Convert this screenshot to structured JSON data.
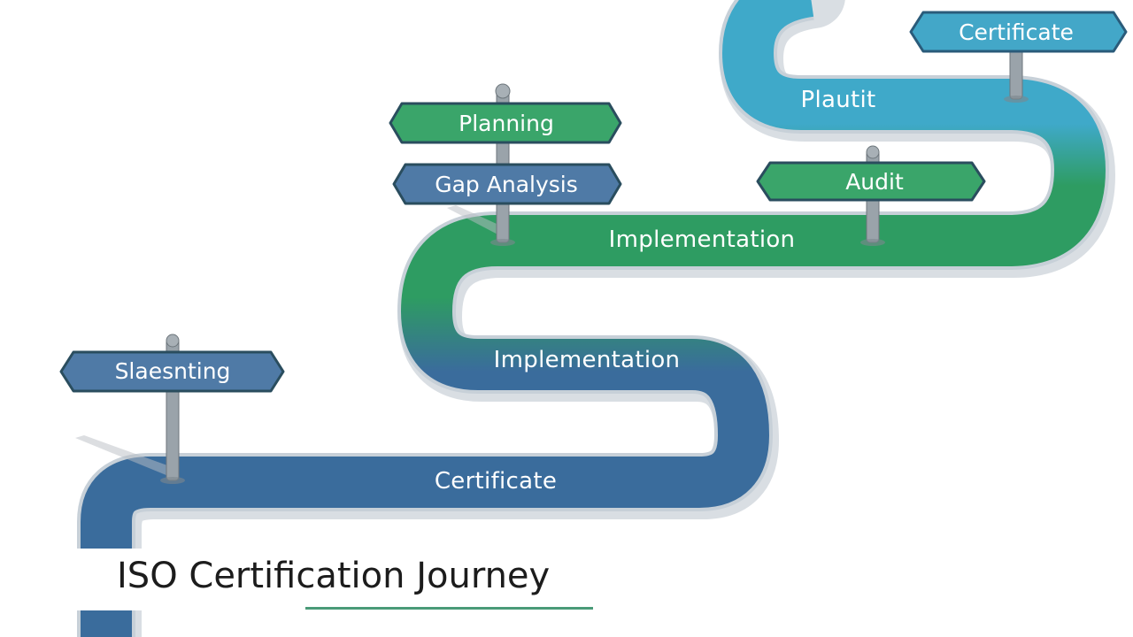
{
  "title": "ISO Certification Journey",
  "road_labels": {
    "bottom": "Certificate",
    "middle": "Implementation",
    "upper": "Implementation",
    "top": "Plautit"
  },
  "signs": {
    "top_right": "Certificate",
    "planning": "Planning",
    "gap_analysis": "Gap Analysis",
    "audit": "Audit",
    "left": "Slaesnting"
  },
  "colors": {
    "road_blue": "#3a6c9c",
    "road_green": "#2e9c62",
    "road_cyan": "#3fa9c9",
    "sign_green": "#3aa56a",
    "sign_blue": "#4f7aa6",
    "sign_cyan": "#43a7c8",
    "title_underline": "#4a9a78"
  }
}
